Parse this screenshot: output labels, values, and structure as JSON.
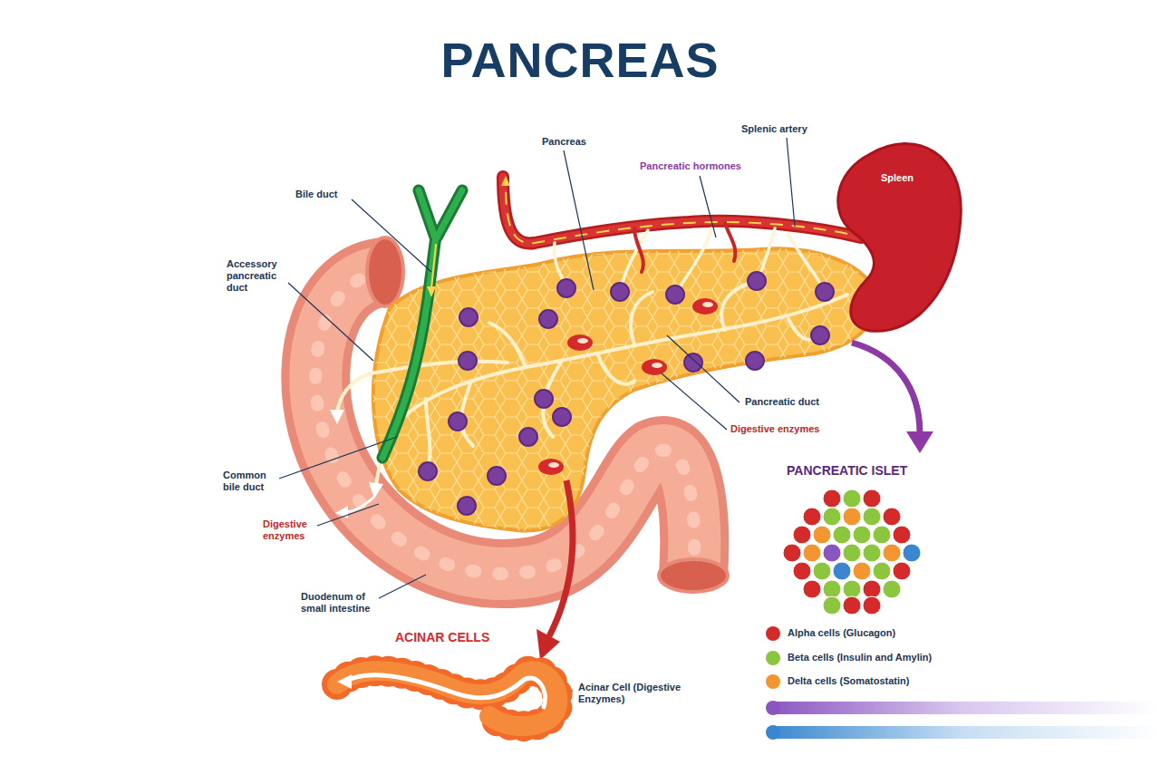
{
  "diagram": {
    "title": "PANCREAS",
    "nodes": [
      {
        "text": [
          "Spleen"
        ]
      }
    ],
    "labels": [
      "Pancreas",
      "Splenic artery",
      "Pancreatic hormones",
      "Bile duct",
      "Accessory pancreatic duct",
      "Pancreatic duct",
      "Digestive enzymes",
      "Common bile duct",
      "Digestive enzymes",
      "Duodenum of small intestine",
      "PANCREATIC ISLET",
      "ACINAR CELLS",
      "Acinar Cell (Digestive Enzymes)"
    ],
    "legend": [
      {
        "text": "Alpha cells (Glucagon)",
        "color": "#d42a2a"
      },
      {
        "text": "Beta cells (Insulin and Amylin)",
        "color": "#8cc63f"
      },
      {
        "text": "Delta cells (Somatostatin)",
        "color": "#f39530"
      }
    ]
  }
}
